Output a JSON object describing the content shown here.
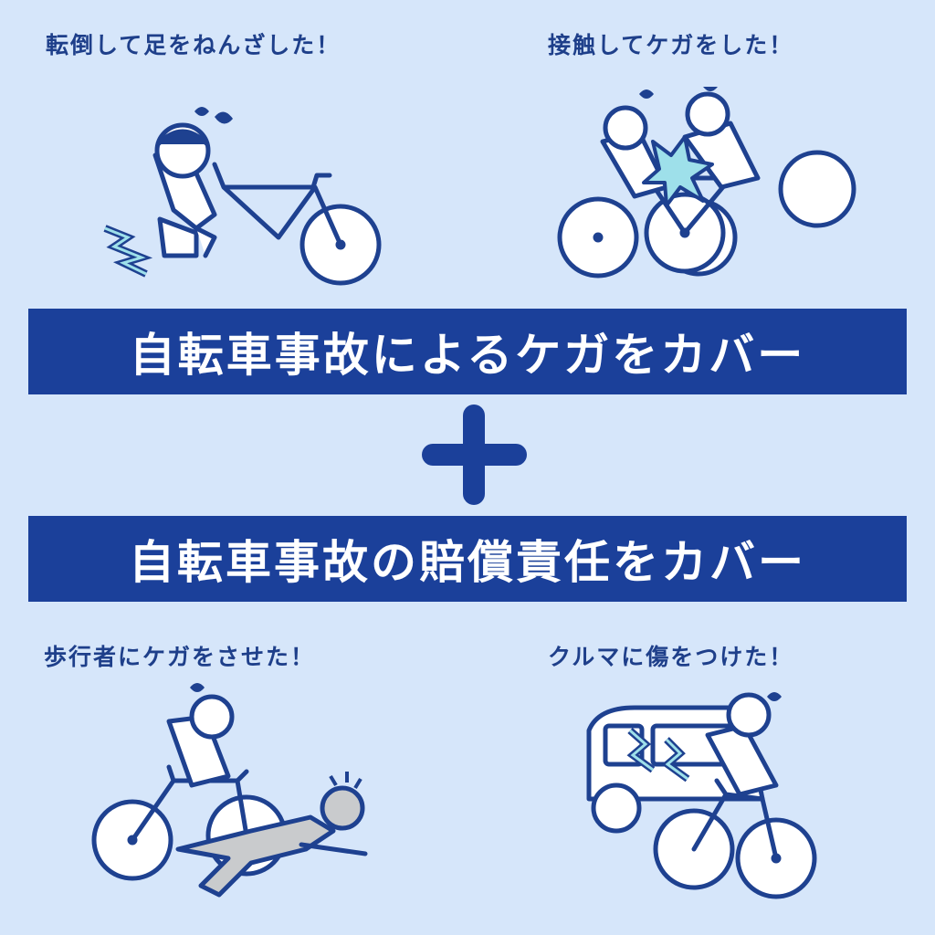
{
  "captions": {
    "top_left": "転倒して足をねんざした！",
    "top_right": "接触してケガをした！",
    "bottom_left": "歩行者にケガをさせた！",
    "bottom_right": "クルマに傷をつけた！"
  },
  "banners": {
    "injury": "自転車事故によるケガをカバー",
    "liability": "自転車事故の賠償責任をカバー"
  },
  "colors": {
    "background": "#d6e6fa",
    "banner": "#1b409a",
    "line": "#1e4190",
    "accent_cyan": "#9ee0ea",
    "pedestrian_gray": "#c9cbcd"
  }
}
